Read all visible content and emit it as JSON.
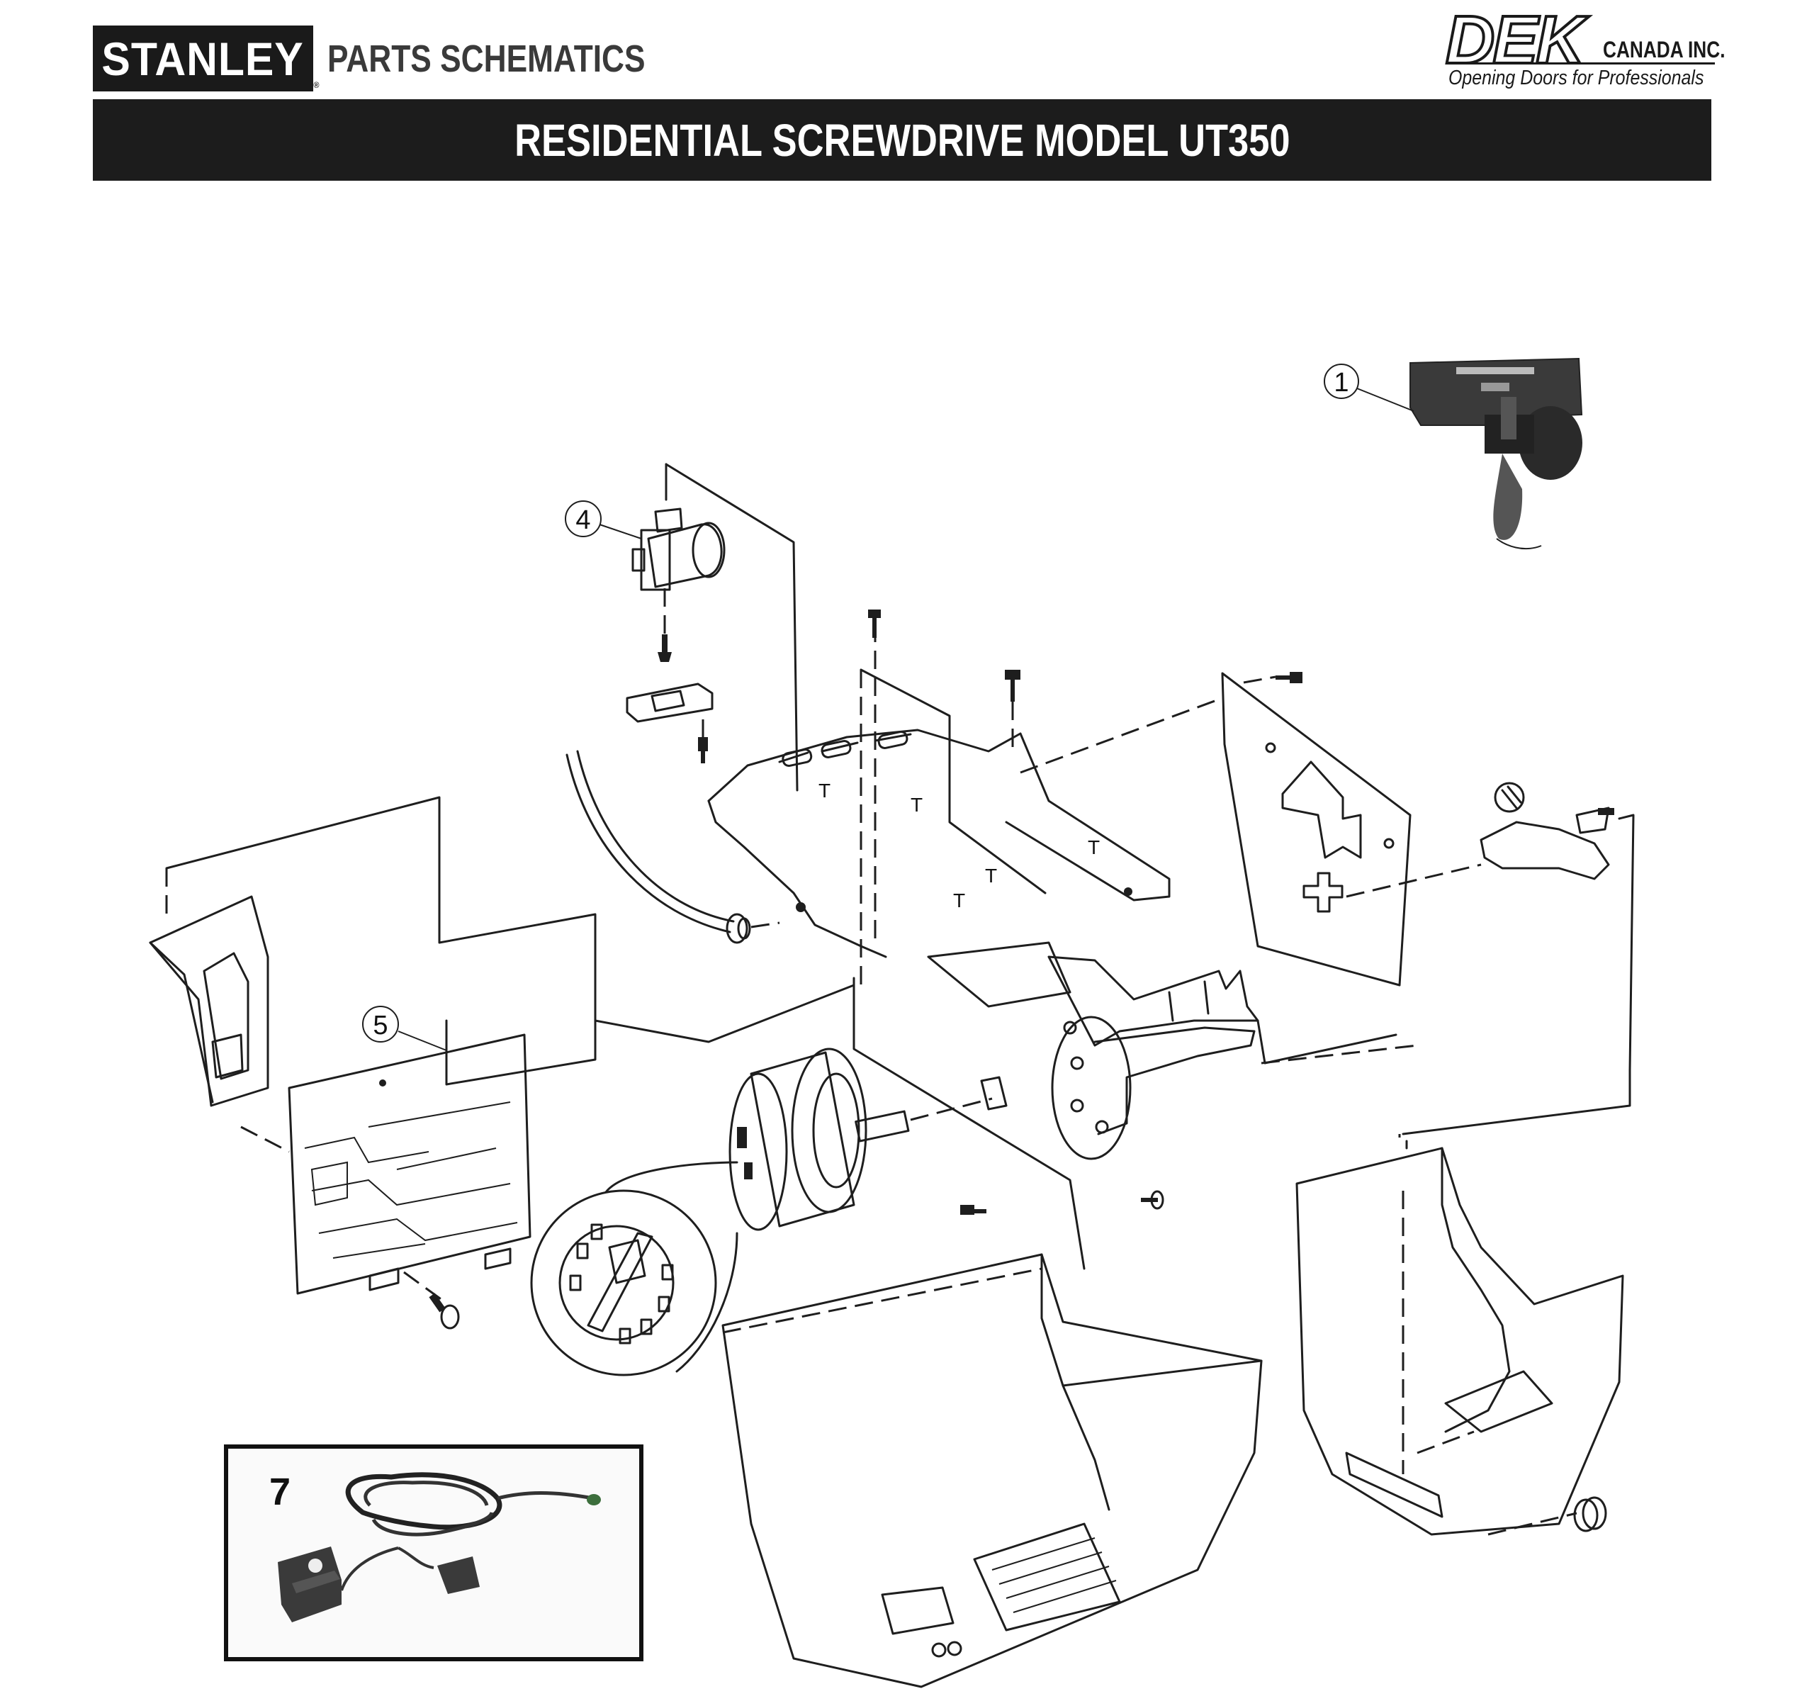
{
  "header": {
    "brand": "STANLEY",
    "document_kind": "PARTS SCHEMATICS",
    "distributor_logo": "DEK",
    "distributor_name": "CANADA INC.",
    "distributor_tagline": "Opening Doors for Professionals",
    "title": "RESIDENTIAL SCREWDRIVE MODEL UT350"
  },
  "callouts": [
    {
      "number": "1"
    },
    {
      "number": "4"
    },
    {
      "number": "5"
    },
    {
      "number": "7"
    }
  ],
  "icons": {
    "trolley": "trolley-carriage-icon",
    "capacitor": "capacitor-icon",
    "motor": "motor-icon",
    "logic_board": "logic-board-icon",
    "safety_sensor": "safety-sensor-icon"
  }
}
